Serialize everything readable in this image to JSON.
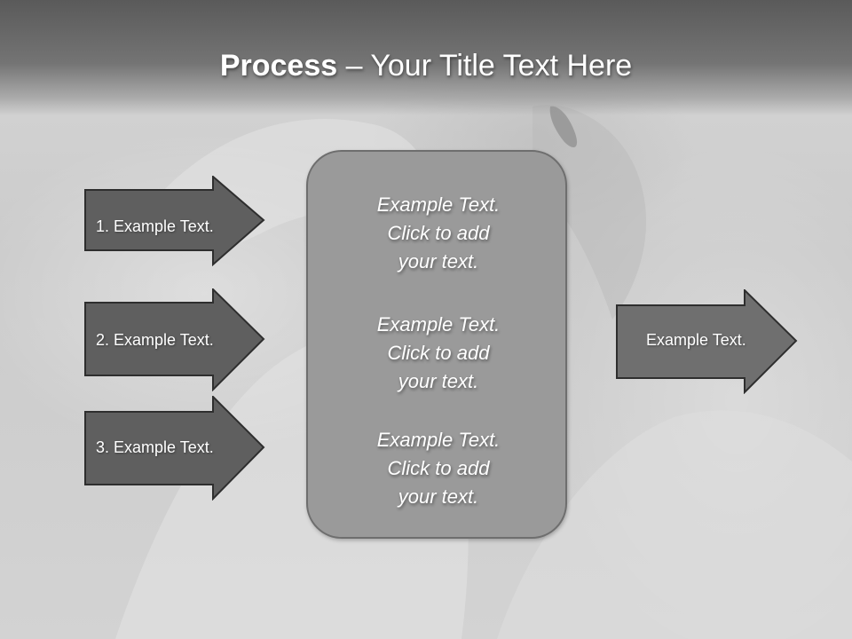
{
  "title": {
    "bold": "Process",
    "rest": " – Your Title Text Here"
  },
  "left_arrows": [
    {
      "label": "1. Example Text."
    },
    {
      "label": "2. Example Text."
    },
    {
      "label": "3. Example Text."
    }
  ],
  "center_box": {
    "blocks": [
      {
        "lines": [
          "Example Text.",
          "Click  to add",
          "your text."
        ]
      },
      {
        "lines": [
          "Example Text.",
          "Click  to add",
          "your text."
        ]
      },
      {
        "lines": [
          "Example Text.",
          "Click  to add",
          "your text."
        ]
      }
    ]
  },
  "right_arrow": {
    "label": "Example Text."
  },
  "colors": {
    "arrow_fill": "#5f5f5f",
    "arrow_stroke": "#2e2e2e",
    "right_arrow_fill": "#6f6f6f",
    "box_fill": "#9a9a9a"
  }
}
